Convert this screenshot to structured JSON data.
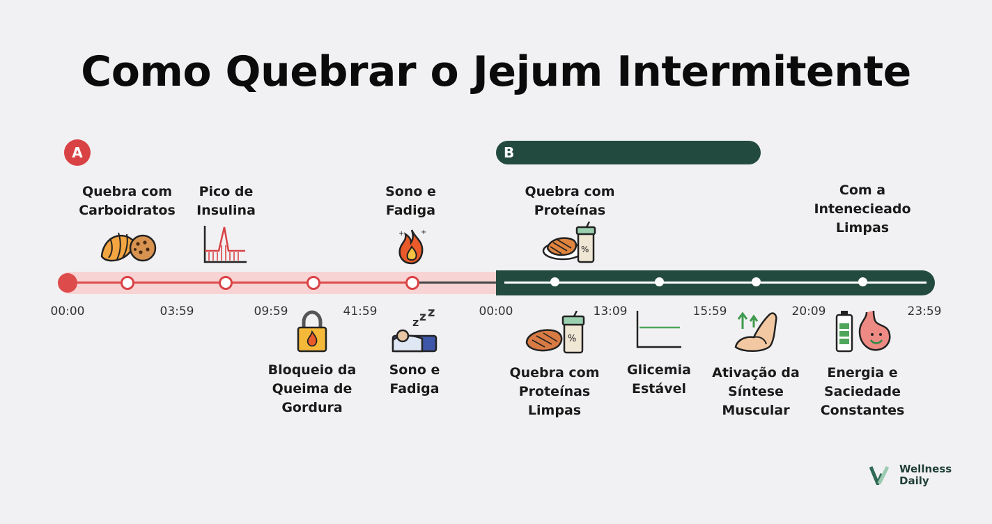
{
  "title": "Como Quebrar o Jejum Intermitente",
  "badges": {
    "a": "A",
    "b": "B"
  },
  "ticks": [
    "00:00",
    "03:59",
    "09:59",
    "41:59",
    "00:00",
    "13:09",
    "15:59",
    "20:09",
    "23:59"
  ],
  "labels_top": {
    "carbs": "Quebra com\nCarboidratos",
    "insulin": "Pico de\nInsulina",
    "sleep_top": "Sono e\nFadiga",
    "protein_top": "Quebra com\nProteínas",
    "com_a": "Com a\nIntenecieado\nLimpas"
  },
  "labels_bottom": {
    "fat_block": "Bloqueio da\nQueima de\nGordura",
    "sleep_bottom": "Sono e\nFadiga",
    "protein_clean": "Quebra com\nProteínas\nLimpas",
    "glycemia": "Glicemia\nEstável",
    "muscle": "Ativação da\nSíntese\nMuscular",
    "energy": "Energia e\nSaciedade\nConstantes"
  },
  "icons": [
    "croissant-cookie-icon",
    "insulin-spike-icon",
    "fire-icon",
    "chicken-shake-icon",
    "padlock-fire-icon",
    "sleeping-person-icon",
    "steak-shake-icon",
    "flat-line-chart-icon",
    "flexed-arm-icon",
    "battery-stomach-icon"
  ],
  "brand": {
    "line1": "Wellness",
    "line2": "Daily"
  },
  "colors": {
    "phase_a": "#d94245",
    "phase_a_bg": "#f8d3d3",
    "phase_b": "#234a3f",
    "background": "#f1f1f3"
  }
}
